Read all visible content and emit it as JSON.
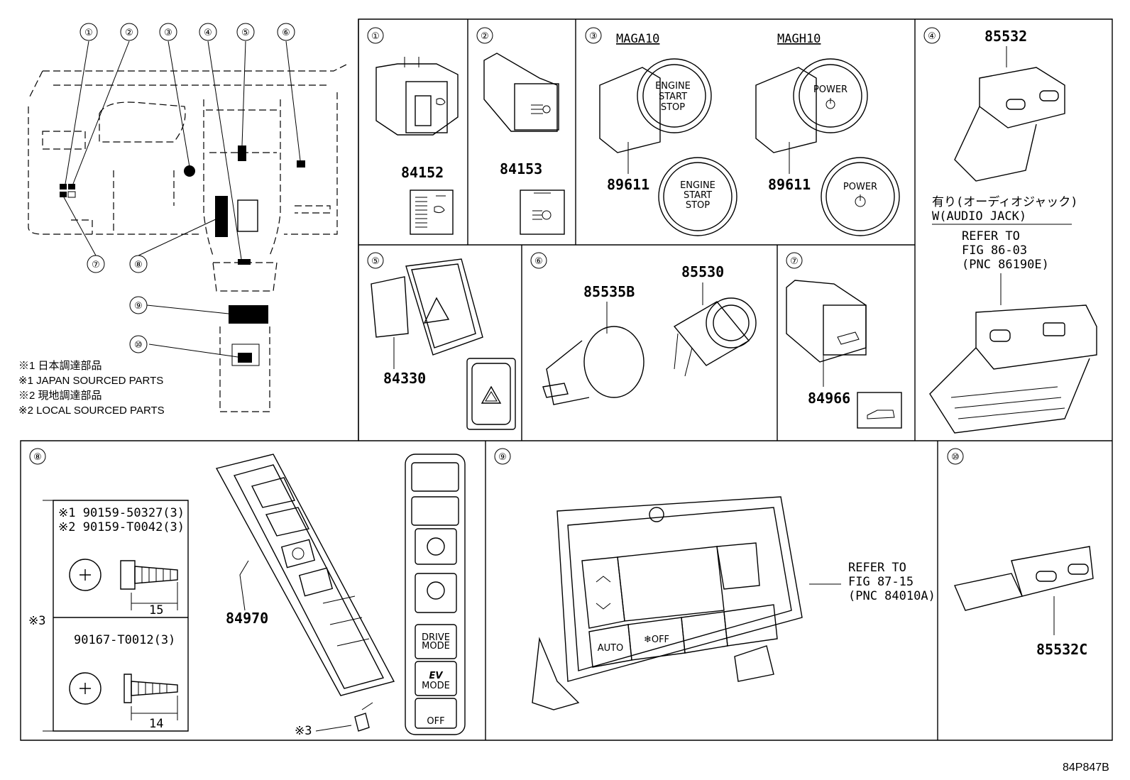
{
  "overview": {
    "callouts": [
      "①",
      "②",
      "③",
      "④",
      "⑤",
      "⑥",
      "⑦",
      "⑧",
      "⑨",
      "⑩"
    ],
    "notes": [
      "※1 日本調達部品",
      "※1 JAPAN SOURCED PARTS",
      "※2 現地調達部品",
      "※2 LOCAL SOURCED PARTS"
    ]
  },
  "panels": {
    "p1": {
      "num": "①",
      "part": "84152"
    },
    "p2": {
      "num": "②",
      "part": "84153"
    },
    "p3": {
      "num": "③",
      "model_a": "MAGA10",
      "model_b": "MAGH10",
      "part_a": "89611",
      "part_b": "89611",
      "btn_a": [
        "ENGINE",
        "START",
        "STOP"
      ],
      "btn_b": "POWER"
    },
    "p4": {
      "num": "④",
      "part": "85532",
      "note_jp": "有り(オーディオジャック)",
      "note_en": "W(AUDIO JACK)",
      "refer": [
        "REFER TO",
        "FIG 86-03",
        "(PNC 86190E)"
      ]
    },
    "p5": {
      "num": "⑤",
      "part": "84330"
    },
    "p6": {
      "num": "⑥",
      "part_a": "85535B",
      "part_b": "85530"
    },
    "p7": {
      "num": "⑦",
      "part": "84966"
    },
    "p8": {
      "num": "⑧",
      "part": "84970",
      "bolt1_a": "※1 90159-50327(3)",
      "bolt1_b": "※2 90159-T0042(3)",
      "len1": "15",
      "bolt2": "90167-T0012(3)",
      "len2": "14",
      "ref3": "※3",
      "btns": [
        "DRIVE",
        "MODE",
        "EV",
        "MODE",
        "OFF"
      ]
    },
    "p9": {
      "num": "⑨",
      "refer": [
        "REFER TO",
        "FIG 87-15",
        "(PNC 84010A)"
      ],
      "auto": "AUTO",
      "off": "❄OFF"
    },
    "p10": {
      "num": "⑩",
      "part": "85532C"
    }
  },
  "footer": {
    "code": "84P847B"
  }
}
